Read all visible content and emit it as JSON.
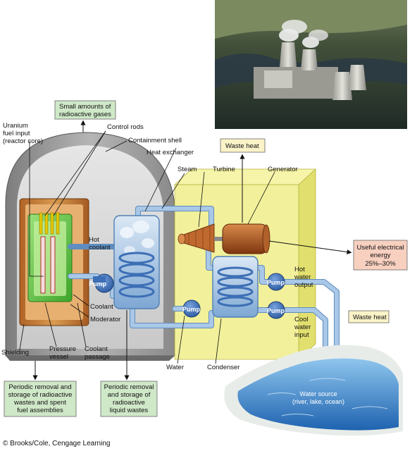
{
  "labels": {
    "small_gases": [
      "Small amounts of",
      "radioactive gases"
    ],
    "uranium": [
      "Uranium",
      "fuel input",
      "(reactor core)"
    ],
    "control_rods": "Control rods",
    "containment_shell": "Containment shell",
    "heat_exchanger": "Heat exchanger",
    "steam": "Steam",
    "turbine": "Turbine",
    "generator": "Generator",
    "waste_heat_top": "Waste heat",
    "hot_coolant": [
      "Hot",
      "coolant"
    ],
    "useful_energy": [
      "Useful electrical",
      "energy",
      "25%–30%"
    ],
    "hot_water_output": [
      "Hot",
      "water",
      "output"
    ],
    "cool_water_input": [
      "Cool",
      "water",
      "input"
    ],
    "waste_heat_right": "Waste heat",
    "coolant": "Coolant",
    "moderator": "Moderator",
    "shielding": "Shielding",
    "pressure_vessel": [
      "Pressure",
      "vessel"
    ],
    "coolant_passage": [
      "Coolant",
      "passage"
    ],
    "water": "Water",
    "condenser": "Condenser",
    "water_source": [
      "Water source",
      "(river, lake, ocean)"
    ],
    "removal_solid": [
      "Periodic removal and",
      "storage of radioactive",
      "wastes and spent",
      "fuel assemblies"
    ],
    "removal_liquid": [
      "Periodic removal",
      "and storage of",
      "radioactive",
      "liquid wastes"
    ],
    "pump": "Pump"
  },
  "credit": "© Brooks/Cole, Cengage Learning",
  "colors": {
    "green_box": "#cfe8c8",
    "yellow_box": "#fbf3c8",
    "pink_box": "#f8d0c0",
    "pipe": "#8fb6dc",
    "pump": "#3d6fb6",
    "turbine_building": "#f0ee8a",
    "containment": "#9a9a9a",
    "shielding": "#c47a33",
    "core_green": "#5cc43c",
    "generator": "#a8521e"
  }
}
